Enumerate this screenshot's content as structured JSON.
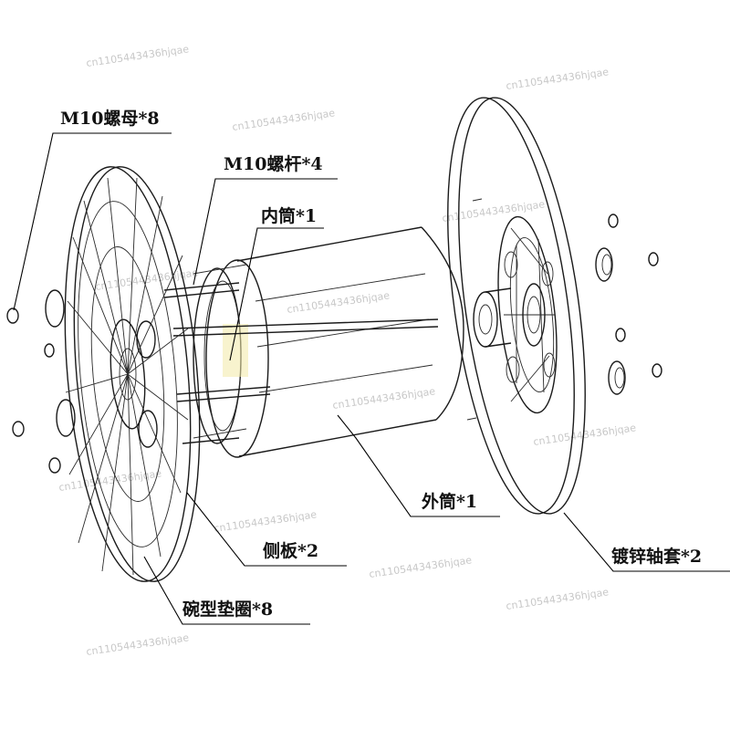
{
  "labels": {
    "nut": "M10螺母*8",
    "bolt": "M10螺杆*4",
    "inner_tube": "内筒*1",
    "outer_tube": "外筒*1",
    "side_plate": "侧板*2",
    "bowl_washer": "碗型垫圈*8",
    "sleeve": "镀锌轴套*2"
  },
  "watermark": "cn1105443436hjqae",
  "colors": {
    "line": "#1a1a1a",
    "watermark": "#c8c8c8",
    "highlight": "#f3e9a6"
  }
}
